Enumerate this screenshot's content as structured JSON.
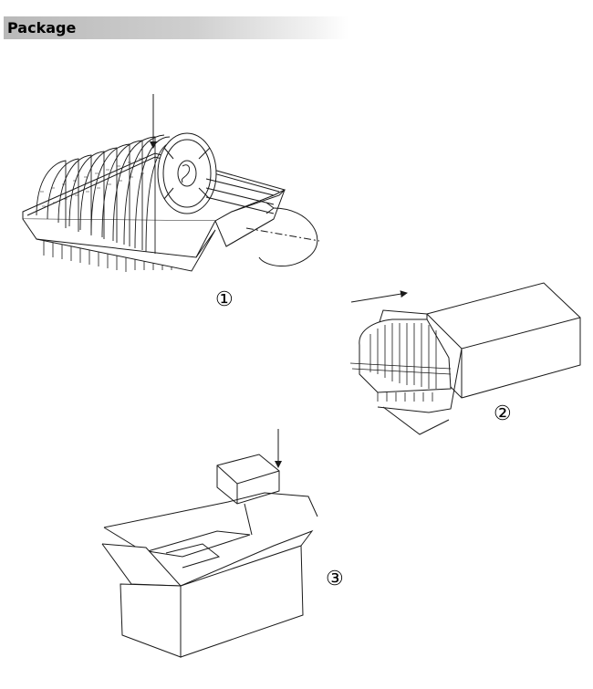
{
  "header": {
    "title": "Package"
  },
  "steps": [
    {
      "number": "①"
    },
    {
      "number": "②"
    },
    {
      "number": "③"
    }
  ],
  "colors": {
    "header_gradient_start": "#b9b9b9",
    "line": "#1a1a1a"
  }
}
